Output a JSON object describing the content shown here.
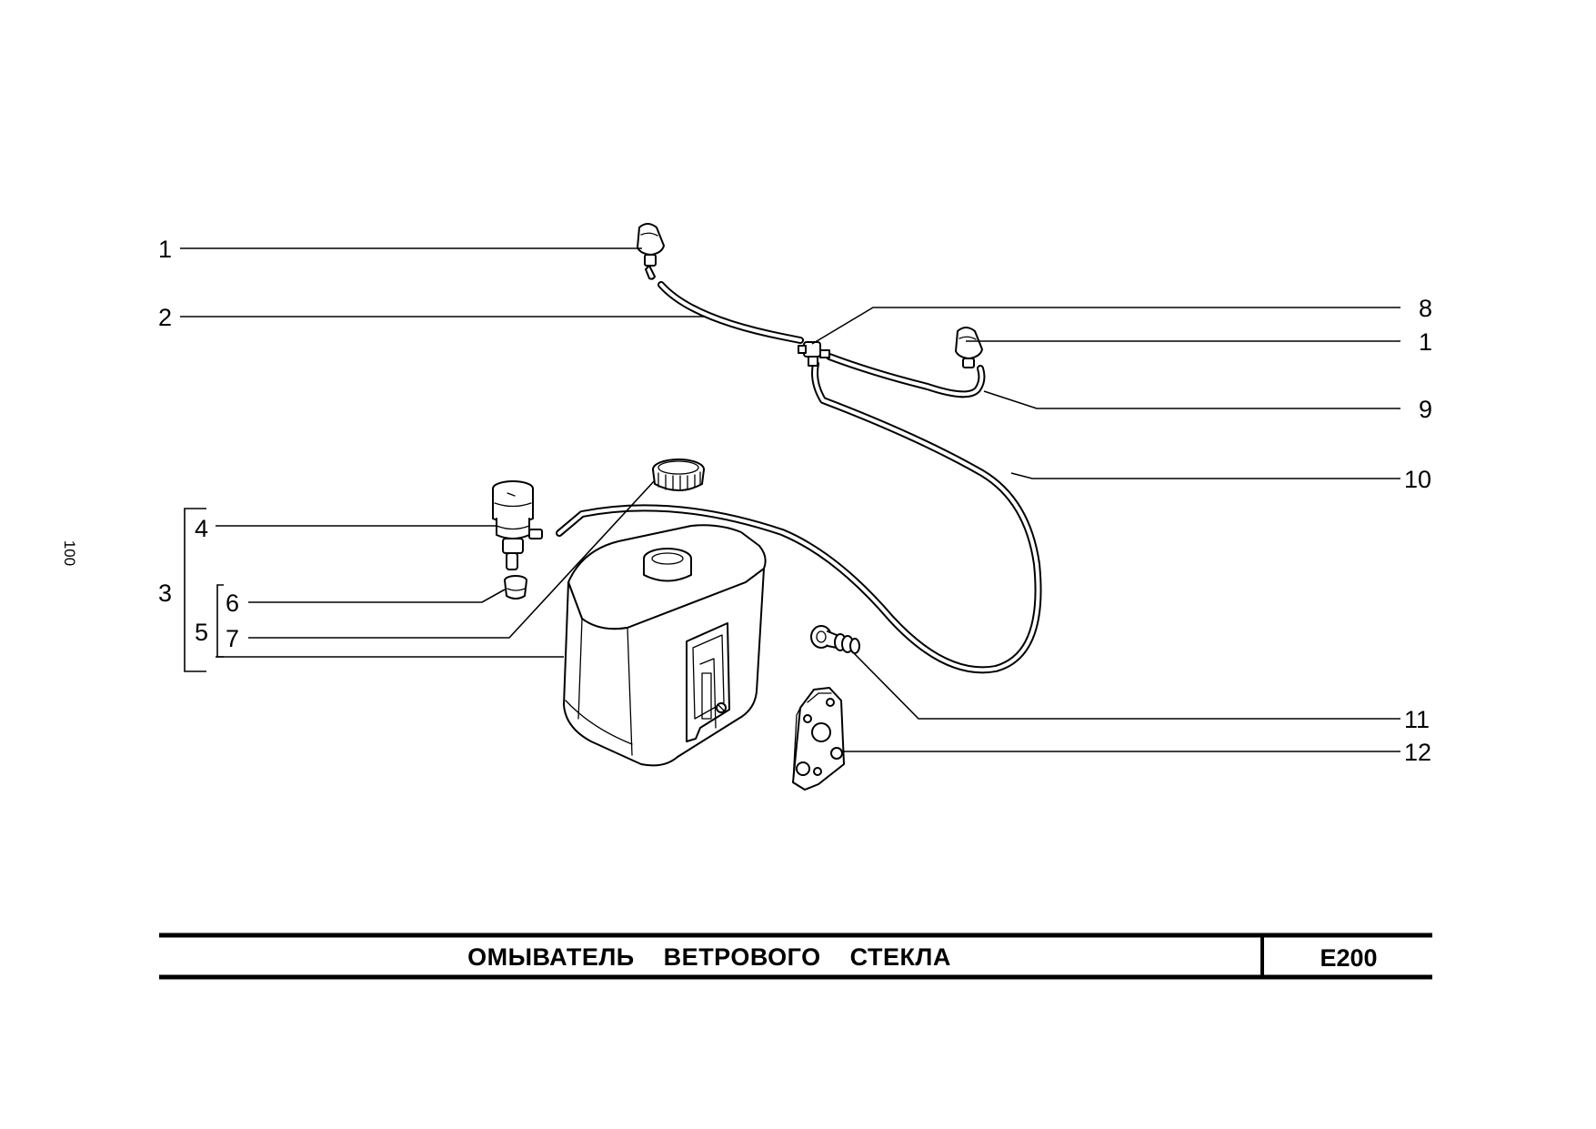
{
  "page": {
    "side_number": "100"
  },
  "title_block": {
    "title": "ОМЫВАТЕЛЬ    ВЕТРОВОГО    СТЕКЛА",
    "code": "E200"
  },
  "callouts": {
    "c1_left": "1",
    "c2": "2",
    "c3": "3",
    "c4": "4",
    "c5": "5",
    "c6": "6",
    "c7": "7",
    "c8": "8",
    "c1_right": "1",
    "c9": "9",
    "c10": "10",
    "c11": "11",
    "c12": "12"
  },
  "icons": [
    "washer-nozzle-icon",
    "hose-icon",
    "tee-connector-icon",
    "washer-pump-icon",
    "grommet-icon",
    "filler-cap-icon",
    "reservoir-tank-icon",
    "mounting-bracket-icon"
  ]
}
